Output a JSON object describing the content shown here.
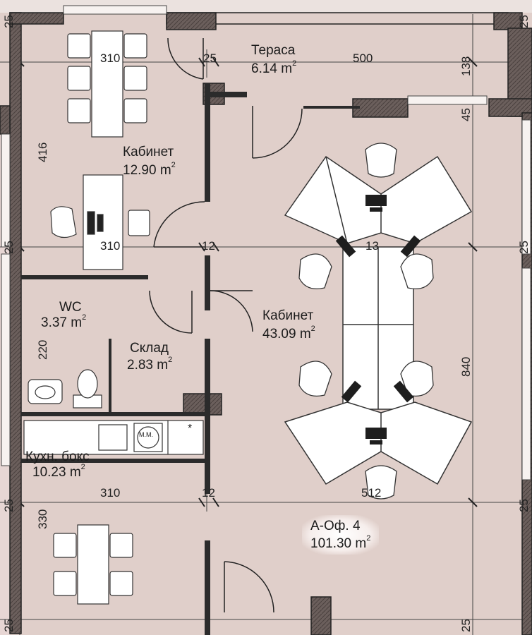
{
  "rooms": {
    "terrace": {
      "name": "Тераса",
      "area": "6.14 m",
      "sup": "2"
    },
    "office_small": {
      "name": "Кабинет",
      "area": "12.90  m",
      "sup": "2"
    },
    "wc": {
      "name": "WC",
      "area": "3.37 m",
      "sup": "2"
    },
    "storage": {
      "name": "Склад",
      "area": "2.83  m",
      "sup": "2"
    },
    "kitchen": {
      "name": "Кухн. бокс",
      "area": "10.23  m",
      "sup": "2"
    },
    "office_large": {
      "name": "Кабинет",
      "area": "43.09  m",
      "sup": "2"
    }
  },
  "apartment": {
    "name": "А-Оф. 4",
    "area": "101.30 m",
    "sup": "2"
  },
  "appliance_label": "М.М.",
  "asterisk": "*",
  "dimensions": {
    "top_310": "310",
    "top_25": "25",
    "top_500": "500",
    "right_138": "138",
    "left_416": "416",
    "left_25_a": "25",
    "mid_310": "310",
    "mid_12": "12",
    "mid_13": "13",
    "right_25_a": "25",
    "left_220": "220",
    "right_840": "840",
    "bottom_310": "310",
    "bottom_12": "12",
    "bottom_512": "512",
    "left_330": "330",
    "left_25_b": "25",
    "right_25_b": "25",
    "top_left_25": "25",
    "right_top_25": "25",
    "right_45": "45",
    "bottom_left_25": "25",
    "bottom_right_25": "25"
  },
  "colors": {
    "floor": "#e0cfca",
    "wall": "#2b2b2b",
    "wall_fill": "#5a4f4d",
    "furniture": "#ffffff"
  }
}
